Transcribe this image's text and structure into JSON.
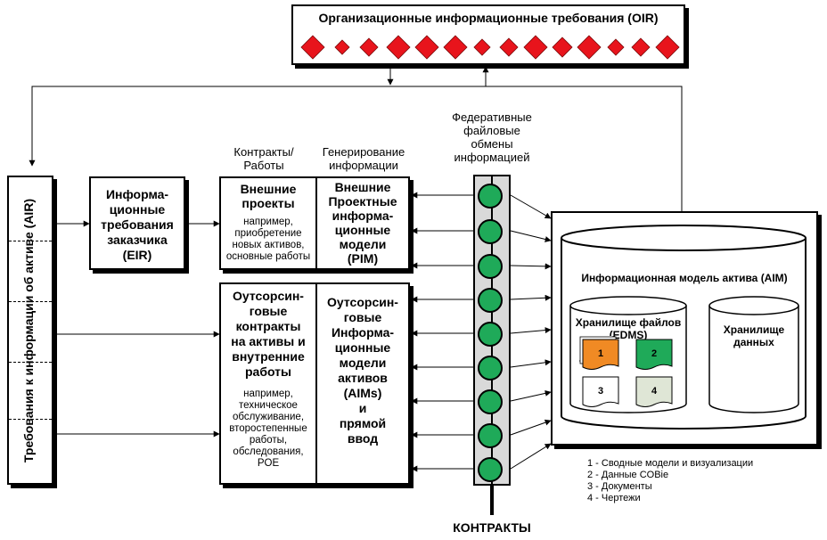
{
  "oir": {
    "title": "Организационные информационные требования (OIR)",
    "diamond_color": "#e8141c"
  },
  "air": {
    "label": "Требования к информации об активе (AIR)"
  },
  "eir": {
    "label": "Информа-\nционные\nтребования\nзаказчика\n(EIR)"
  },
  "headers": {
    "contracts": "Контракты/\nРаботы",
    "generation": "Генерирование\nинформации",
    "federated": "Федеративные\nфайловые\nобмены\nинформацией"
  },
  "external": {
    "title": "Внешние\nпроекты",
    "detail": "например,\nприобретение\nновых активов,\nосновные работы",
    "pim": "Внешние\nПроектные\nинформа-\nционные\nмодели\n(PIM)"
  },
  "outsourcing": {
    "title": "Оутсорсин-\nговые\nконтракты\nна активы и\nвнутренние\nработы",
    "detail": "например,\nтехническое\nобслуживание,\nвторостепенные\nработы,\nобследования,\nPOE",
    "aim": "Оутсорсин-\nговые\nИнформа-\nционные\nмодели\nактивов\n(AIMs)\nи\nпрямой\nввод"
  },
  "aim_box": {
    "title": "Информационная модель актива (AIM)",
    "edms": "Хранилище файлов\n(EDMS)",
    "data_store": "Хранилище\nданных",
    "docs": [
      {
        "num": "1",
        "color": "#f08a24"
      },
      {
        "num": "2",
        "color": "#1faa59"
      },
      {
        "num": "3",
        "color": "#ffffff"
      },
      {
        "num": "4",
        "color": "#dfe6d6"
      }
    ]
  },
  "legend": [
    "1 - Сводные модели и визуализации",
    "2 - Данные COBie",
    "3 - Документы",
    "4 - Чертежи"
  ],
  "bus": {
    "node_color": "#1faa59",
    "bar_color": "#d9d9d9"
  },
  "bottom_label": "КОНТРАКТЫ"
}
